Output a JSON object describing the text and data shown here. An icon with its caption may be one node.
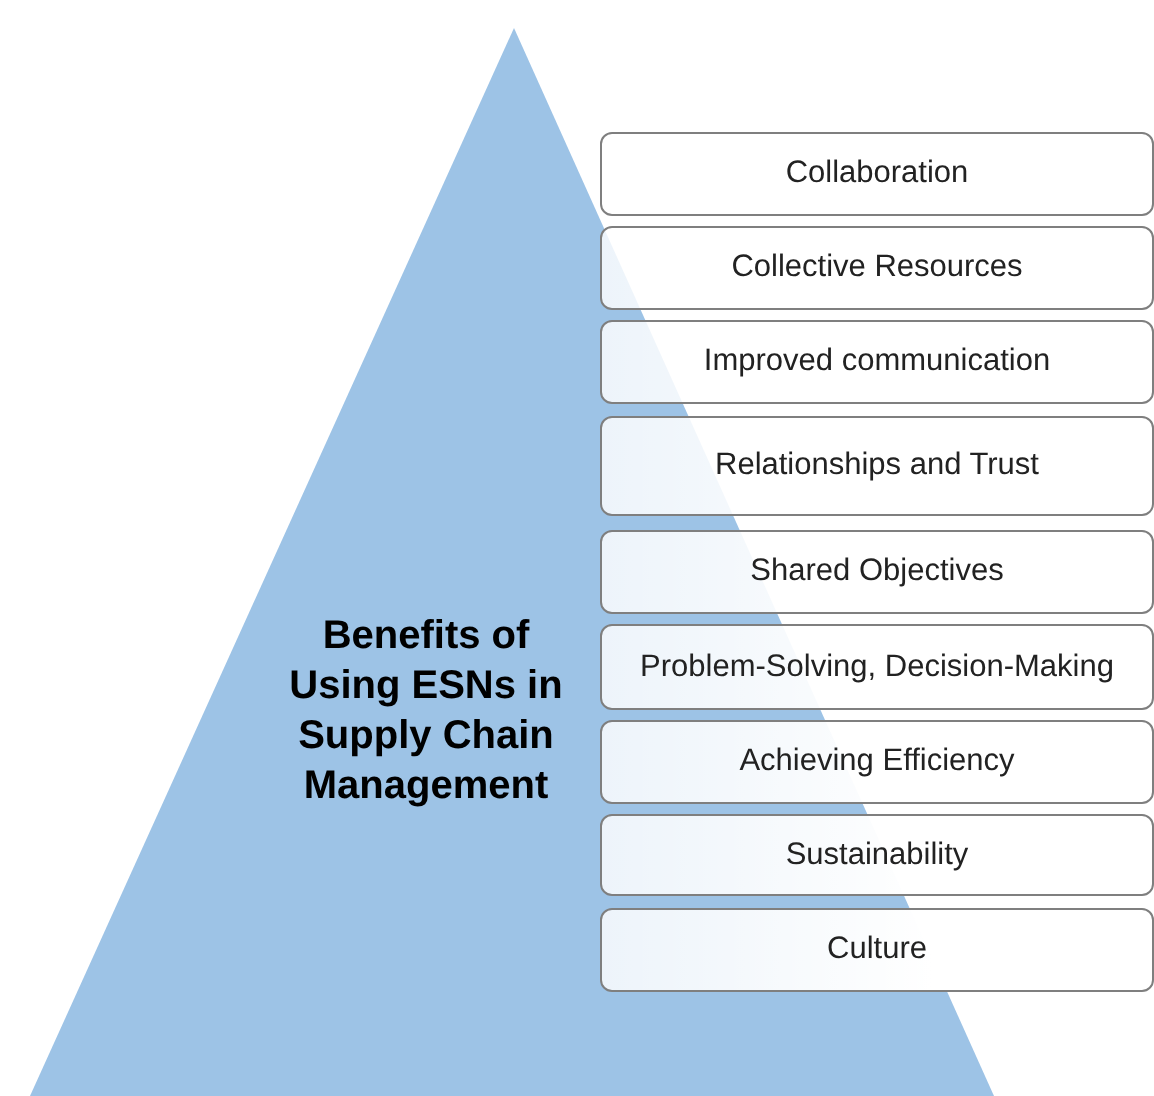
{
  "diagram": {
    "nodes": [
      {
        "text": [
          "Benefits of Using ESNs in Supply Chain Management"
        ]
      },
      {
        "text": [
          "Collaboration"
        ]
      },
      {
        "text": [
          "Collective Resources"
        ]
      },
      {
        "text": [
          "Improved communication"
        ]
      },
      {
        "text": [
          "Relationships and Trust"
        ]
      },
      {
        "text": [
          "Shared Objectives"
        ]
      },
      {
        "text": [
          "Problem-Solving, Decision-Making"
        ]
      },
      {
        "text": [
          "Achieving Efficiency"
        ]
      },
      {
        "text": [
          "Sustainability"
        ]
      },
      {
        "text": [
          "Culture"
        ]
      }
    ]
  }
}
